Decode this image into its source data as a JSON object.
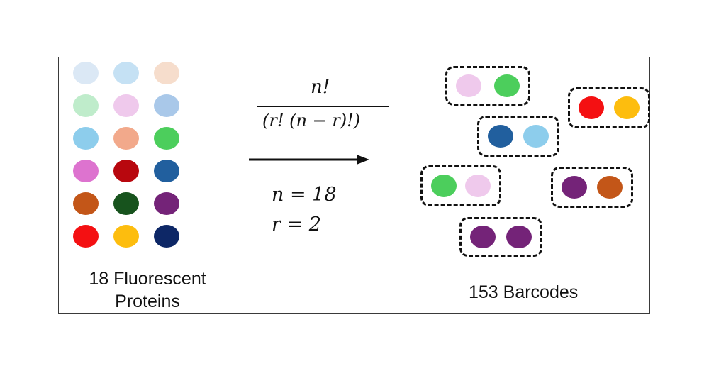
{
  "formula": {
    "numerator": "n!",
    "denominator": "(r! (n − r)!)",
    "n_equation": "n = 18",
    "r_equation": "r = 2"
  },
  "labels": {
    "proteins_line1": "18 Fluorescent",
    "proteins_line2": "Proteins",
    "barcodes": "153 Barcodes"
  },
  "protein_colors": [
    [
      "#dbe8f5",
      "#c5e1f4",
      "#f6ddcc"
    ],
    [
      "#bfeccb",
      "#efc9ec",
      "#a9c8e9"
    ],
    [
      "#8dcdec",
      "#f2a98b",
      "#4cce5c"
    ],
    [
      "#dd73cf",
      "#b8070e",
      "#215f9e"
    ],
    [
      "#c35618",
      "#17531d",
      "#742378"
    ],
    [
      "#f41012",
      "#fdbd0e",
      "#0d2766"
    ]
  ],
  "barcode_pairs": [
    [
      "#efc9ec",
      "#4cce5c"
    ],
    [
      "#f41012",
      "#fdbd0e"
    ],
    [
      "#215f9e",
      "#8dcdec"
    ],
    [
      "#4cce5c",
      "#efc9ec"
    ],
    [
      "#742378",
      "#c35618"
    ],
    [
      "#742378",
      "#742378"
    ]
  ]
}
